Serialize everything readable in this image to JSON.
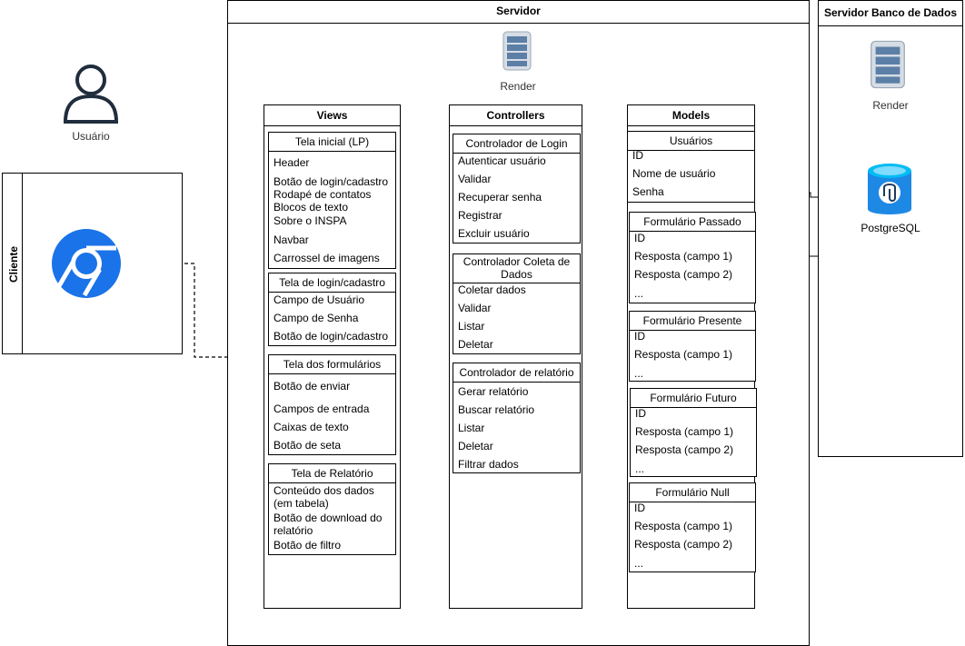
{
  "user": {
    "label": "Usuário"
  },
  "client": {
    "label": "Cliente"
  },
  "server": {
    "title": "Servidor",
    "render_label": "Render"
  },
  "dbserver": {
    "title": "Servidor Banco de Dados",
    "render_label": "Render",
    "postgres_label": "PostgreSQL"
  },
  "views": {
    "title": "Views",
    "boxes": [
      {
        "title": "Tela inicial (LP)",
        "items": [
          "Header",
          "Botão de login/cadastro",
          "Rodapé de contatos",
          "Blocos de texto",
          "Sobre o INSPA",
          "Navbar",
          "Carrossel de imagens"
        ]
      },
      {
        "title": "Tela de login/cadastro",
        "items": [
          "Campo de Usuário",
          "Campo de Senha",
          "Botão de login/cadastro"
        ]
      },
      {
        "title": "Tela dos formulários",
        "items": [
          "Botão de enviar",
          "Campos de entrada",
          "Caixas de texto",
          "Botão de seta"
        ]
      },
      {
        "title": "Tela de Relatório",
        "items": [
          "Conteúdo dos dados",
          "(em tabela)",
          "Botão de download do",
          "relatório",
          "Botão de filtro"
        ]
      }
    ]
  },
  "controllers": {
    "title": "Controllers",
    "boxes": [
      {
        "title": "Controlador de Login",
        "items": [
          "Autenticar usuário",
          "Validar",
          "Recuperar senha",
          "Registrar",
          "Excluir usuário"
        ]
      },
      {
        "title1": "Controlador Coleta de",
        "title2": "Dados",
        "items": [
          "Coletar dados",
          "Validar",
          "Listar",
          "Deletar"
        ]
      },
      {
        "title": "Controlador de relatório",
        "items": [
          "Gerar relatório",
          "Buscar relatório",
          "Listar",
          "Deletar",
          "Filtrar dados"
        ]
      }
    ]
  },
  "models": {
    "title": "Models",
    "boxes": [
      {
        "title": "Usuários",
        "items": [
          "ID",
          "Nome de usuário",
          "Senha"
        ]
      },
      {
        "title": "Formulário Passado",
        "items": [
          "ID",
          "Resposta (campo 1)",
          "Resposta (campo 2)",
          "..."
        ]
      },
      {
        "title": "Formulário Presente",
        "items": [
          "ID",
          "Resposta (campo 1)",
          "..."
        ]
      },
      {
        "title": "Formulário Futuro",
        "items": [
          "ID",
          "Resposta (campo 1)",
          "Resposta (campo 2)",
          "..."
        ]
      },
      {
        "title": "Formulário Null",
        "items": [
          "ID",
          "Resposta (campo 1)",
          "Resposta (campo 2)",
          "..."
        ]
      }
    ]
  },
  "colors": {
    "chrome": "#1a73e8",
    "db_top": "#00bcf2",
    "db_body": "#1e88e5",
    "server_icon": "#5b7fa6"
  }
}
